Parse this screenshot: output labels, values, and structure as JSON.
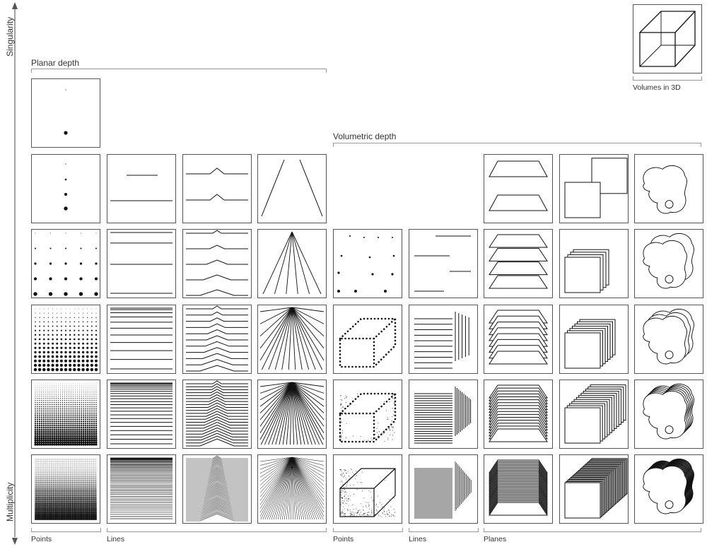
{
  "axis": {
    "top_label": "Singularity",
    "bottom_label": "Multiplicity"
  },
  "groups": {
    "planar_depth": "Planar depth",
    "volumetric_depth": "Volumetric depth",
    "volumes_3d": "Volumes in 3D"
  },
  "bottom_labels": [
    "Points",
    "Lines",
    "Points",
    "Lines",
    "Planes"
  ],
  "colors": {
    "stroke": "#111111",
    "frame": "#555555",
    "bracket": "#999999"
  }
}
